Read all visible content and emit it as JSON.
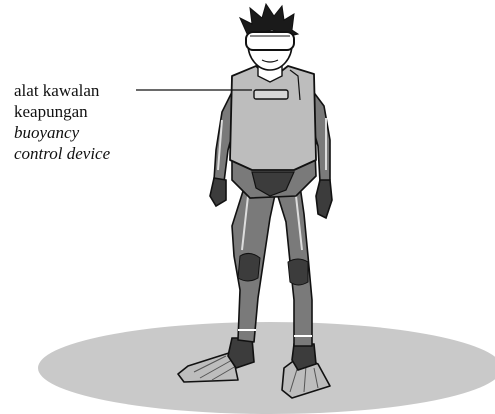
{
  "annotation": {
    "line1": "alat kawalan",
    "line2": "keapungan",
    "line3": "buoyancy",
    "line4": "control device"
  },
  "colors": {
    "ground": "#c9c9c9",
    "suit": "#7a7a7a",
    "suit_dark": "#3c3c3c",
    "vest": "#bdbdbd",
    "skin": "#ffffff",
    "outline": "#111111"
  }
}
